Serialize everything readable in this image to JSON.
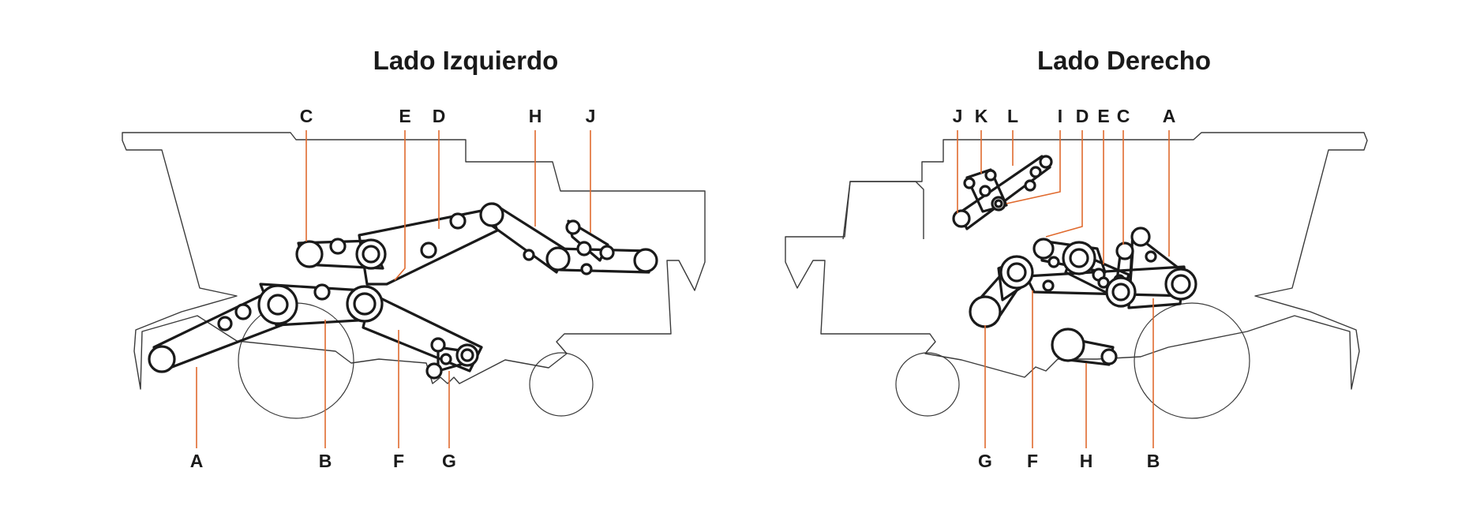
{
  "left_side": {
    "title": "Lado Izquierdo",
    "labels": {
      "C": "C",
      "E": "E",
      "D": "D",
      "H": "H",
      "J": "J",
      "A": "A",
      "B": "B",
      "F": "F",
      "G": "G"
    }
  },
  "right_side": {
    "title": "Lado Derecho",
    "labels": {
      "J": "J",
      "K": "K",
      "L": "L",
      "I": "I",
      "D": "D",
      "E": "E",
      "C": "C",
      "A": "A",
      "G": "G",
      "F": "F",
      "H": "H",
      "B": "B"
    }
  },
  "colors": {
    "leader": "#e06a2e",
    "belt": "#1a1a1a",
    "outline": "#3a3a3a"
  }
}
